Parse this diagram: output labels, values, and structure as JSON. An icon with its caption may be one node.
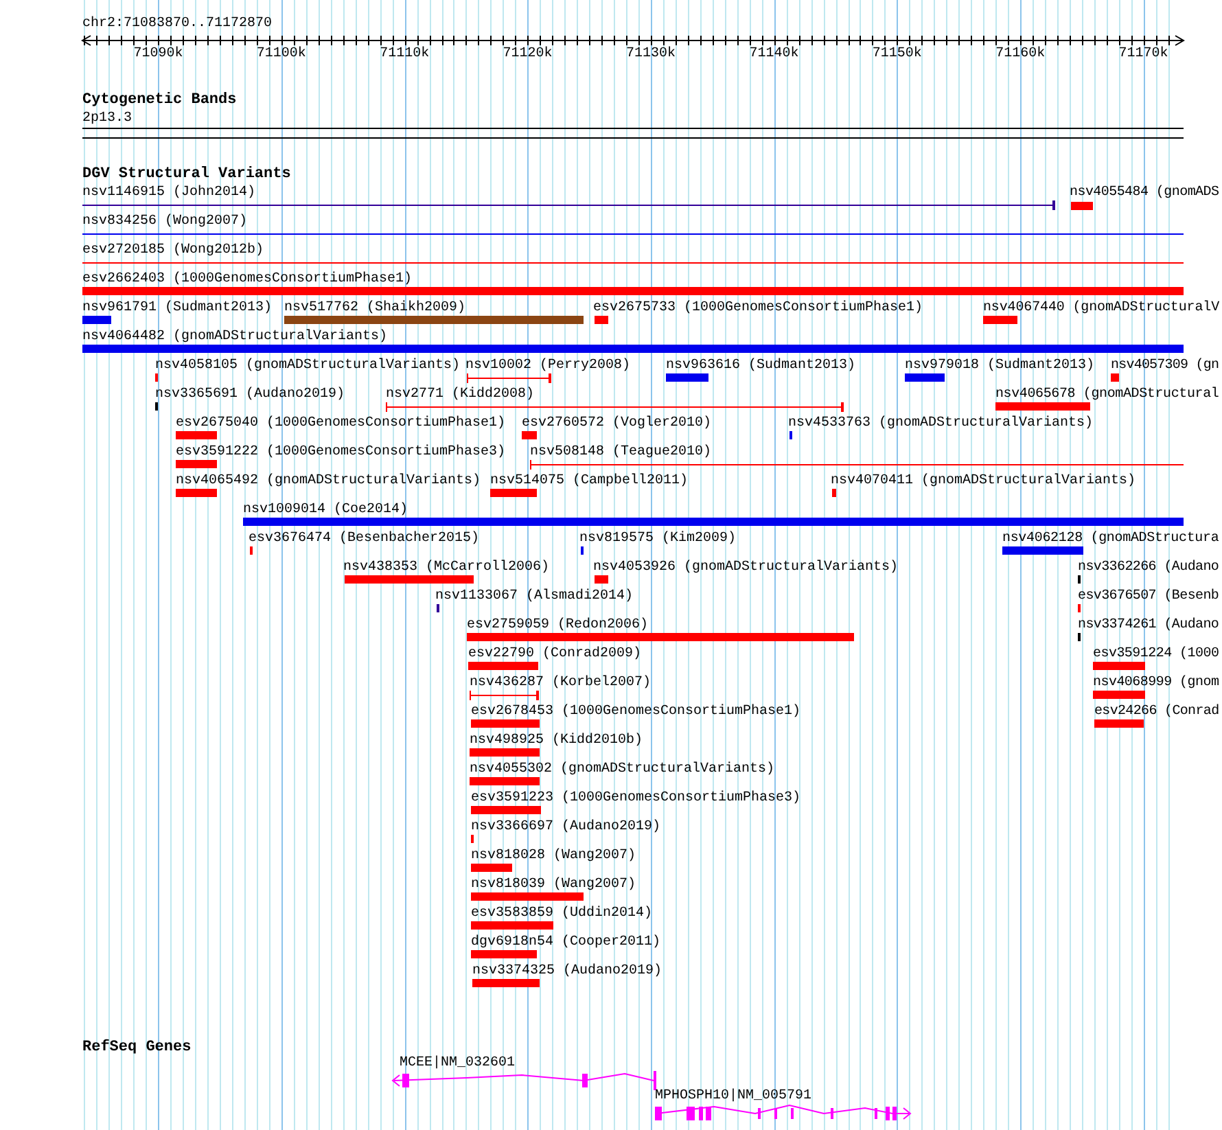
{
  "diagram": {
    "labels": [
      "chr2:71083870..71172870",
      "71090k",
      "71100k",
      "71110k",
      "71120k",
      "71130k",
      "71140k",
      "71150k",
      "71160k",
      "71170k",
      "Cytogenetic Bands",
      "2p13.3",
      "DGV Structural Variants",
      "nsv1146915 (John2014)",
      "nsv4055484 (gnomADS",
      "nsv834256 (Wong2007)",
      "esv2720185 (Wong2012b)",
      "esv2662403 (1000GenomesConsortiumPhase1)",
      "nsv961791 (Sudmant2013)",
      "nsv517762 (Shaikh2009)",
      "esv2675733 (1000GenomesConsortiumPhase1)",
      "nsv4067440 (gnomADStructuralV",
      "nsv4064482 (gnomADStructuralVariants)",
      "nsv4058105 (gnomADStructuralVariants)",
      "nsv10002 (Perry2008)",
      "nsv963616 (Sudmant2013)",
      "nsv979018 (Sudmant2013)",
      "nsv4057309 (gn",
      "nsv3365691 (Audano2019)",
      "nsv2771 (Kidd2008)",
      "nsv4065678 (gnomADStructural",
      "esv2675040 (1000GenomesConsortiumPhase1)",
      "esv2760572 (Vogler2010)",
      "nsv4533763 (gnomADStructuralVariants)",
      "esv3591222 (1000GenomesConsortiumPhase3)",
      "nsv508148 (Teague2010)",
      "nsv4065492 (gnomADStructuralVariants)",
      "nsv514075 (Campbell2011)",
      "nsv4070411 (gnomADStructuralVariants)",
      "nsv1009014 (Coe2014)",
      "esv3676474 (Besenbacher2015)",
      "nsv819575 (Kim2009)",
      "nsv4062128 (gnomADStructura",
      "nsv438353 (McCarroll2006)",
      "nsv4053926 (gnomADStructuralVariants)",
      "nsv3362266 (Audano",
      "nsv1133067 (Alsmadi2014)",
      "esv3676507 (Besenb",
      "esv2759059 (Redon2006)",
      "nsv3374261 (Audano",
      "esv22790 (Conrad2009)",
      "esv3591224 (1000",
      "nsv436287 (Korbel2007)",
      "nsv4068999 (gnom",
      "esv2678453 (1000GenomesConsortiumPhase1)",
      "esv24266 (Conrad",
      "nsv498925 (Kidd2010b)",
      "nsv4055302 (gnomADStructuralVariants)",
      "esv3591223 (1000GenomesConsortiumPhase3)",
      "nsv3366697 (Audano2019)",
      "nsv818028 (Wang2007)",
      "nsv818039 (Wang2007)",
      "esv3583859 (Uddin2014)",
      "dgv6918n54 (Cooper2011)",
      "nsv3374325 (Audano2019)",
      "RefSeq Genes",
      "MCEE|NM_032601",
      "MPHOSPH10|NM_005791"
    ]
  }
}
